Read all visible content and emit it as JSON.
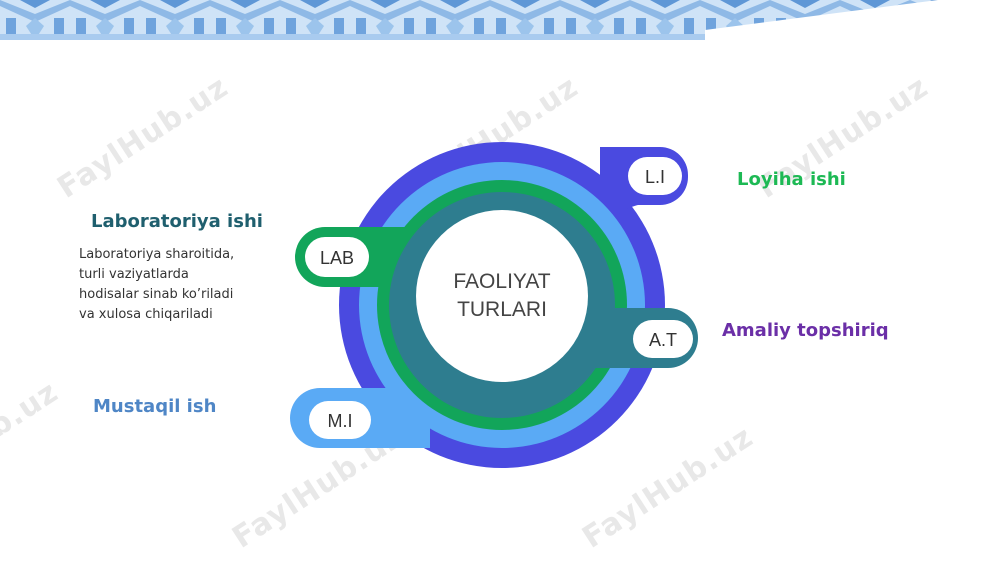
{
  "center": {
    "line1": "FAOLIYAT",
    "line2": "TURLARI"
  },
  "badges": {
    "li": "L.I",
    "lab": "LAB",
    "at": "A.T",
    "mi": "M.I"
  },
  "labels": {
    "laboratoriya_title": "Laboratoriya ishi",
    "laboratoriya_desc": [
      "Laboratoriya sharoitida,",
      "turli vaziyatlarda",
      "hodisalar sinab ko’riladi",
      "va xulosa chiqariladi"
    ],
    "mustaqil": "Mustaqil ish",
    "loyiha": "Loyiha ishi",
    "amaliy": "Amaliy topshiriq"
  },
  "watermark": "FaylHub.uz",
  "colors": {
    "ring_outer": "#4a4ae0",
    "ring_light": "#5aaaf5",
    "ring_green": "#12a55a",
    "ring_teal": "#2e7d8f",
    "loyiha_text": "#1db954",
    "amaliy_text": "#6b2fa7",
    "mustaqil_text": "#4f86c6",
    "lab_text": "#1f5f6e"
  }
}
